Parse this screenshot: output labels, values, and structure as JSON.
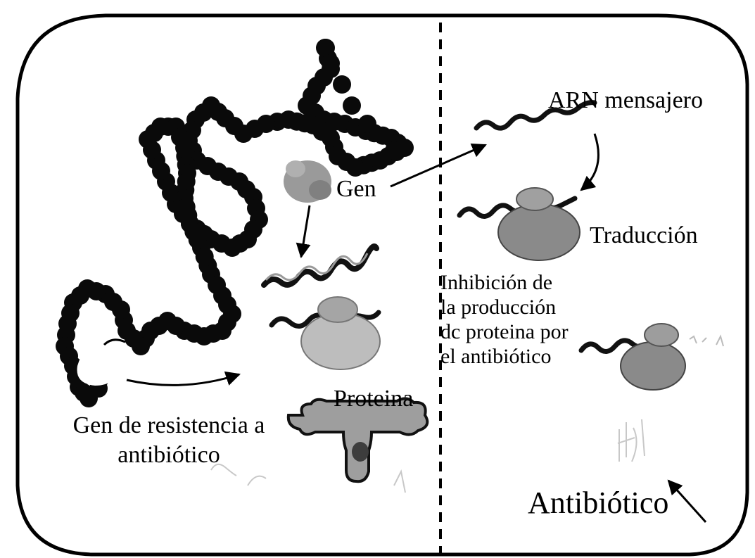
{
  "labels": {
    "arn_mensajero": "ARN mensajero",
    "gen": "Gen",
    "traduccion": "Traducción",
    "inhibicion_lines": [
      "Inhibición de",
      "la producción",
      "dc proteina por",
      "el antibiótico"
    ],
    "proteina": "Proteina",
    "gen_resistencia_lines": [
      "Gen de resistencia a",
      "antibiótico"
    ],
    "antibiotico": "Antibiótico"
  },
  "colors": {
    "ink": "#000000",
    "dna": "#0a0a0a",
    "stipple": "#8c8c8c",
    "background": "#ffffff"
  }
}
